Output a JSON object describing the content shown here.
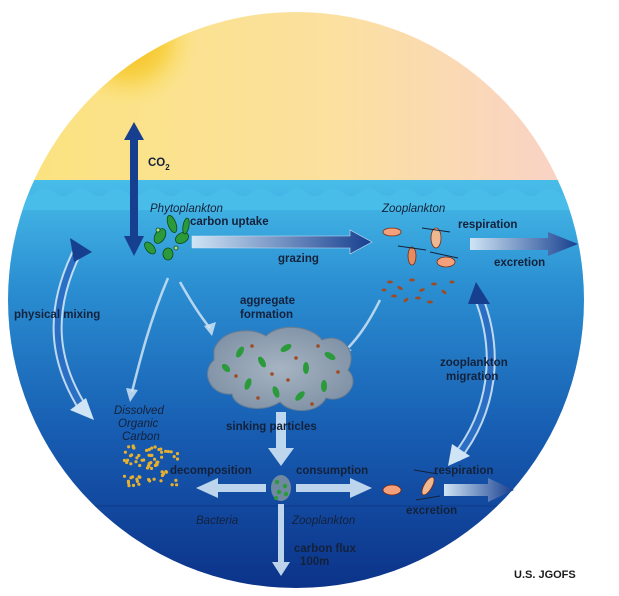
{
  "diagram": {
    "labels": {
      "co2": "CO",
      "co2_subscript": "2",
      "phytoplankton": "Phytoplankton",
      "carbon_uptake": "carbon uptake",
      "zooplankton_top": "Zooplankton",
      "respiration_top": "respiration",
      "grazing": "grazing",
      "excretion_top": "excretion",
      "physical_mixing": "physical mixing",
      "aggregate_formation_line1": "aggregate",
      "aggregate_formation_line2": "formation",
      "zooplankton_migration_line1": "zooplankton",
      "zooplankton_migration_line2": "migration",
      "doc_line1": "Dissolved",
      "doc_line2": "Organic",
      "doc_line3": "Carbon",
      "sinking_particles": "sinking particles",
      "decomposition": "decomposition",
      "consumption": "consumption",
      "respiration_bottom": "respiration",
      "excretion_bottom": "excretion",
      "bacteria": "Bacteria",
      "zooplankton_bottom": "Zooplankton",
      "carbon_flux_line1": "carbon flux",
      "carbon_flux_line2": "100m"
    },
    "credit": "U.S. JGOFS",
    "colors": {
      "sky_top": "#fbe27a",
      "sky_right": "#f9d3cf",
      "sun": "#f5c21a",
      "water_surface": "#3fb6e4",
      "water_deep": "#0b2f86",
      "arrow_dark": "#173f8f",
      "arrow_light": "#cfe4f5",
      "phytoplankton": "#2a9a3a",
      "particles": "#a14a22",
      "doc_dots": "#e8b02f",
      "aggregate": "#8e9fb0"
    }
  }
}
